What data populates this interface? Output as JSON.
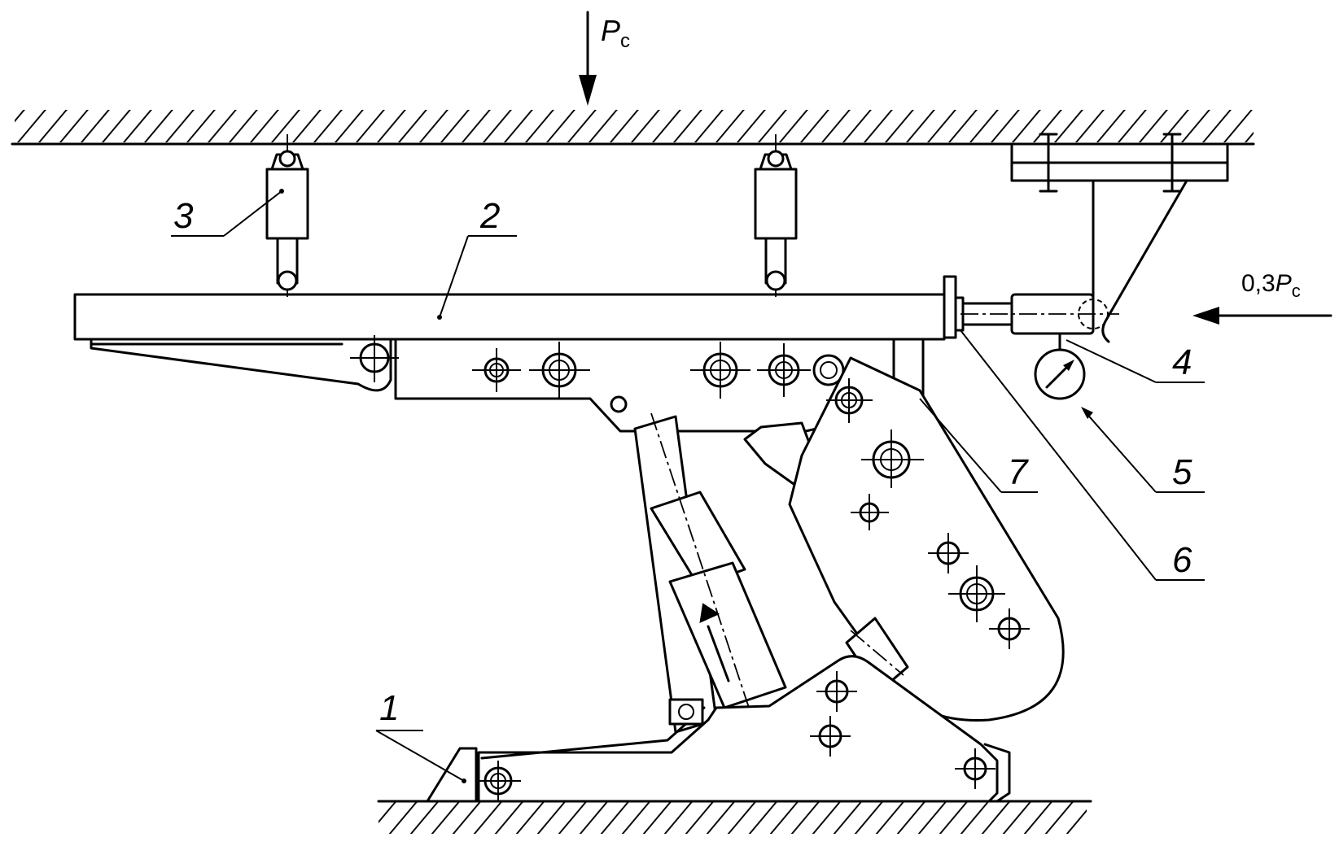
{
  "forces": {
    "top": {
      "symbol": "P",
      "subscript": "c"
    },
    "side": {
      "coefficient": "0,3",
      "symbol": "P",
      "subscript": "c"
    }
  },
  "labels": {
    "n1": "1",
    "n2": "2",
    "n3": "3",
    "n4": "4",
    "n5": "5",
    "n6": "6",
    "n7": "7"
  }
}
